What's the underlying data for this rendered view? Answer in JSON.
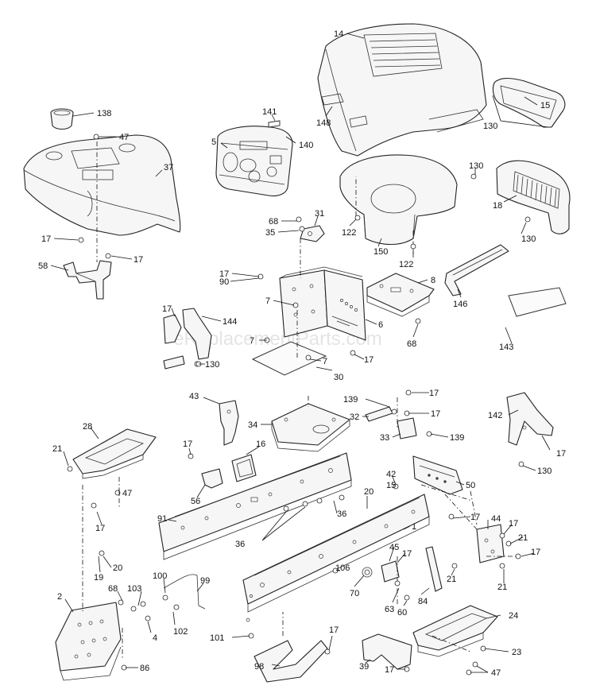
{
  "watermark": "eReplacementParts.com",
  "callouts": [
    {
      "id": "c14",
      "text": "14"
    },
    {
      "id": "c148",
      "text": "148"
    },
    {
      "id": "c15",
      "text": "15"
    },
    {
      "id": "c130a",
      "text": "130"
    },
    {
      "id": "c138",
      "text": "138"
    },
    {
      "id": "c47a",
      "text": "47"
    },
    {
      "id": "c37",
      "text": "37"
    },
    {
      "id": "c141",
      "text": "141"
    },
    {
      "id": "c5",
      "text": "5"
    },
    {
      "id": "c140",
      "text": "140"
    },
    {
      "id": "c130b",
      "text": "130"
    },
    {
      "id": "c18",
      "text": "18"
    },
    {
      "id": "c130c",
      "text": "130"
    },
    {
      "id": "c17a",
      "text": "17"
    },
    {
      "id": "c17b",
      "text": "17"
    },
    {
      "id": "c58",
      "text": "58"
    },
    {
      "id": "c68a",
      "text": "68"
    },
    {
      "id": "c35",
      "text": "35"
    },
    {
      "id": "c31",
      "text": "31"
    },
    {
      "id": "c122a",
      "text": "122"
    },
    {
      "id": "c150",
      "text": "150"
    },
    {
      "id": "c122b",
      "text": "122"
    },
    {
      "id": "c17c",
      "text": "17"
    },
    {
      "id": "c90",
      "text": "90"
    },
    {
      "id": "c8",
      "text": "8"
    },
    {
      "id": "c146",
      "text": "146"
    },
    {
      "id": "c7a",
      "text": "7"
    },
    {
      "id": "c17d",
      "text": "17"
    },
    {
      "id": "c144",
      "text": "144"
    },
    {
      "id": "c6",
      "text": "6"
    },
    {
      "id": "c7b",
      "text": "7"
    },
    {
      "id": "c68b",
      "text": "68"
    },
    {
      "id": "c143",
      "text": "143"
    },
    {
      "id": "c7c",
      "text": "7"
    },
    {
      "id": "c17e",
      "text": "17"
    },
    {
      "id": "c130d",
      "text": "130"
    },
    {
      "id": "c30",
      "text": "30"
    },
    {
      "id": "c43",
      "text": "43"
    },
    {
      "id": "c139a",
      "text": "139"
    },
    {
      "id": "c17f",
      "text": "17"
    },
    {
      "id": "c32",
      "text": "32"
    },
    {
      "id": "c17g",
      "text": "17"
    },
    {
      "id": "c142",
      "text": "142"
    },
    {
      "id": "c28",
      "text": "28"
    },
    {
      "id": "c34",
      "text": "34"
    },
    {
      "id": "c33",
      "text": "33"
    },
    {
      "id": "c139b",
      "text": "139"
    },
    {
      "id": "c21a",
      "text": "21"
    },
    {
      "id": "c17h",
      "text": "17"
    },
    {
      "id": "c16",
      "text": "16"
    },
    {
      "id": "c17i",
      "text": "17"
    },
    {
      "id": "c130e",
      "text": "130"
    },
    {
      "id": "c42",
      "text": "42"
    },
    {
      "id": "c15b",
      "text": "15"
    },
    {
      "id": "c50",
      "text": "50"
    },
    {
      "id": "c56",
      "text": "56"
    },
    {
      "id": "c47b",
      "text": "47"
    },
    {
      "id": "c20a",
      "text": "20"
    },
    {
      "id": "c36a",
      "text": "36"
    },
    {
      "id": "c17j",
      "text": "17"
    },
    {
      "id": "c91",
      "text": "91"
    },
    {
      "id": "c1",
      "text": "1"
    },
    {
      "id": "c44",
      "text": "44"
    },
    {
      "id": "c17k",
      "text": "17"
    },
    {
      "id": "c17l",
      "text": "17"
    },
    {
      "id": "c36b",
      "text": "36"
    },
    {
      "id": "c21b",
      "text": "21"
    },
    {
      "id": "c17m",
      "text": "17"
    },
    {
      "id": "c45",
      "text": "45"
    },
    {
      "id": "c17n",
      "text": "17"
    },
    {
      "id": "c19",
      "text": "19"
    },
    {
      "id": "c20b",
      "text": "20"
    },
    {
      "id": "c106",
      "text": "106"
    },
    {
      "id": "c21c",
      "text": "21"
    },
    {
      "id": "c21d",
      "text": "21"
    },
    {
      "id": "c100",
      "text": "100"
    },
    {
      "id": "c99",
      "text": "99"
    },
    {
      "id": "c70",
      "text": "70"
    },
    {
      "id": "c84",
      "text": "84"
    },
    {
      "id": "c2",
      "text": "2"
    },
    {
      "id": "c68c",
      "text": "68"
    },
    {
      "id": "c103",
      "text": "103"
    },
    {
      "id": "c63",
      "text": "63"
    },
    {
      "id": "c60",
      "text": "60"
    },
    {
      "id": "c24",
      "text": "24"
    },
    {
      "id": "c4",
      "text": "4"
    },
    {
      "id": "c102",
      "text": "102"
    },
    {
      "id": "c101",
      "text": "101"
    },
    {
      "id": "c17o",
      "text": "17"
    },
    {
      "id": "c23",
      "text": "23"
    },
    {
      "id": "c98",
      "text": "98"
    },
    {
      "id": "c39",
      "text": "39"
    },
    {
      "id": "c86",
      "text": "86"
    },
    {
      "id": "c17p",
      "text": "17"
    },
    {
      "id": "c47c",
      "text": "47"
    }
  ]
}
